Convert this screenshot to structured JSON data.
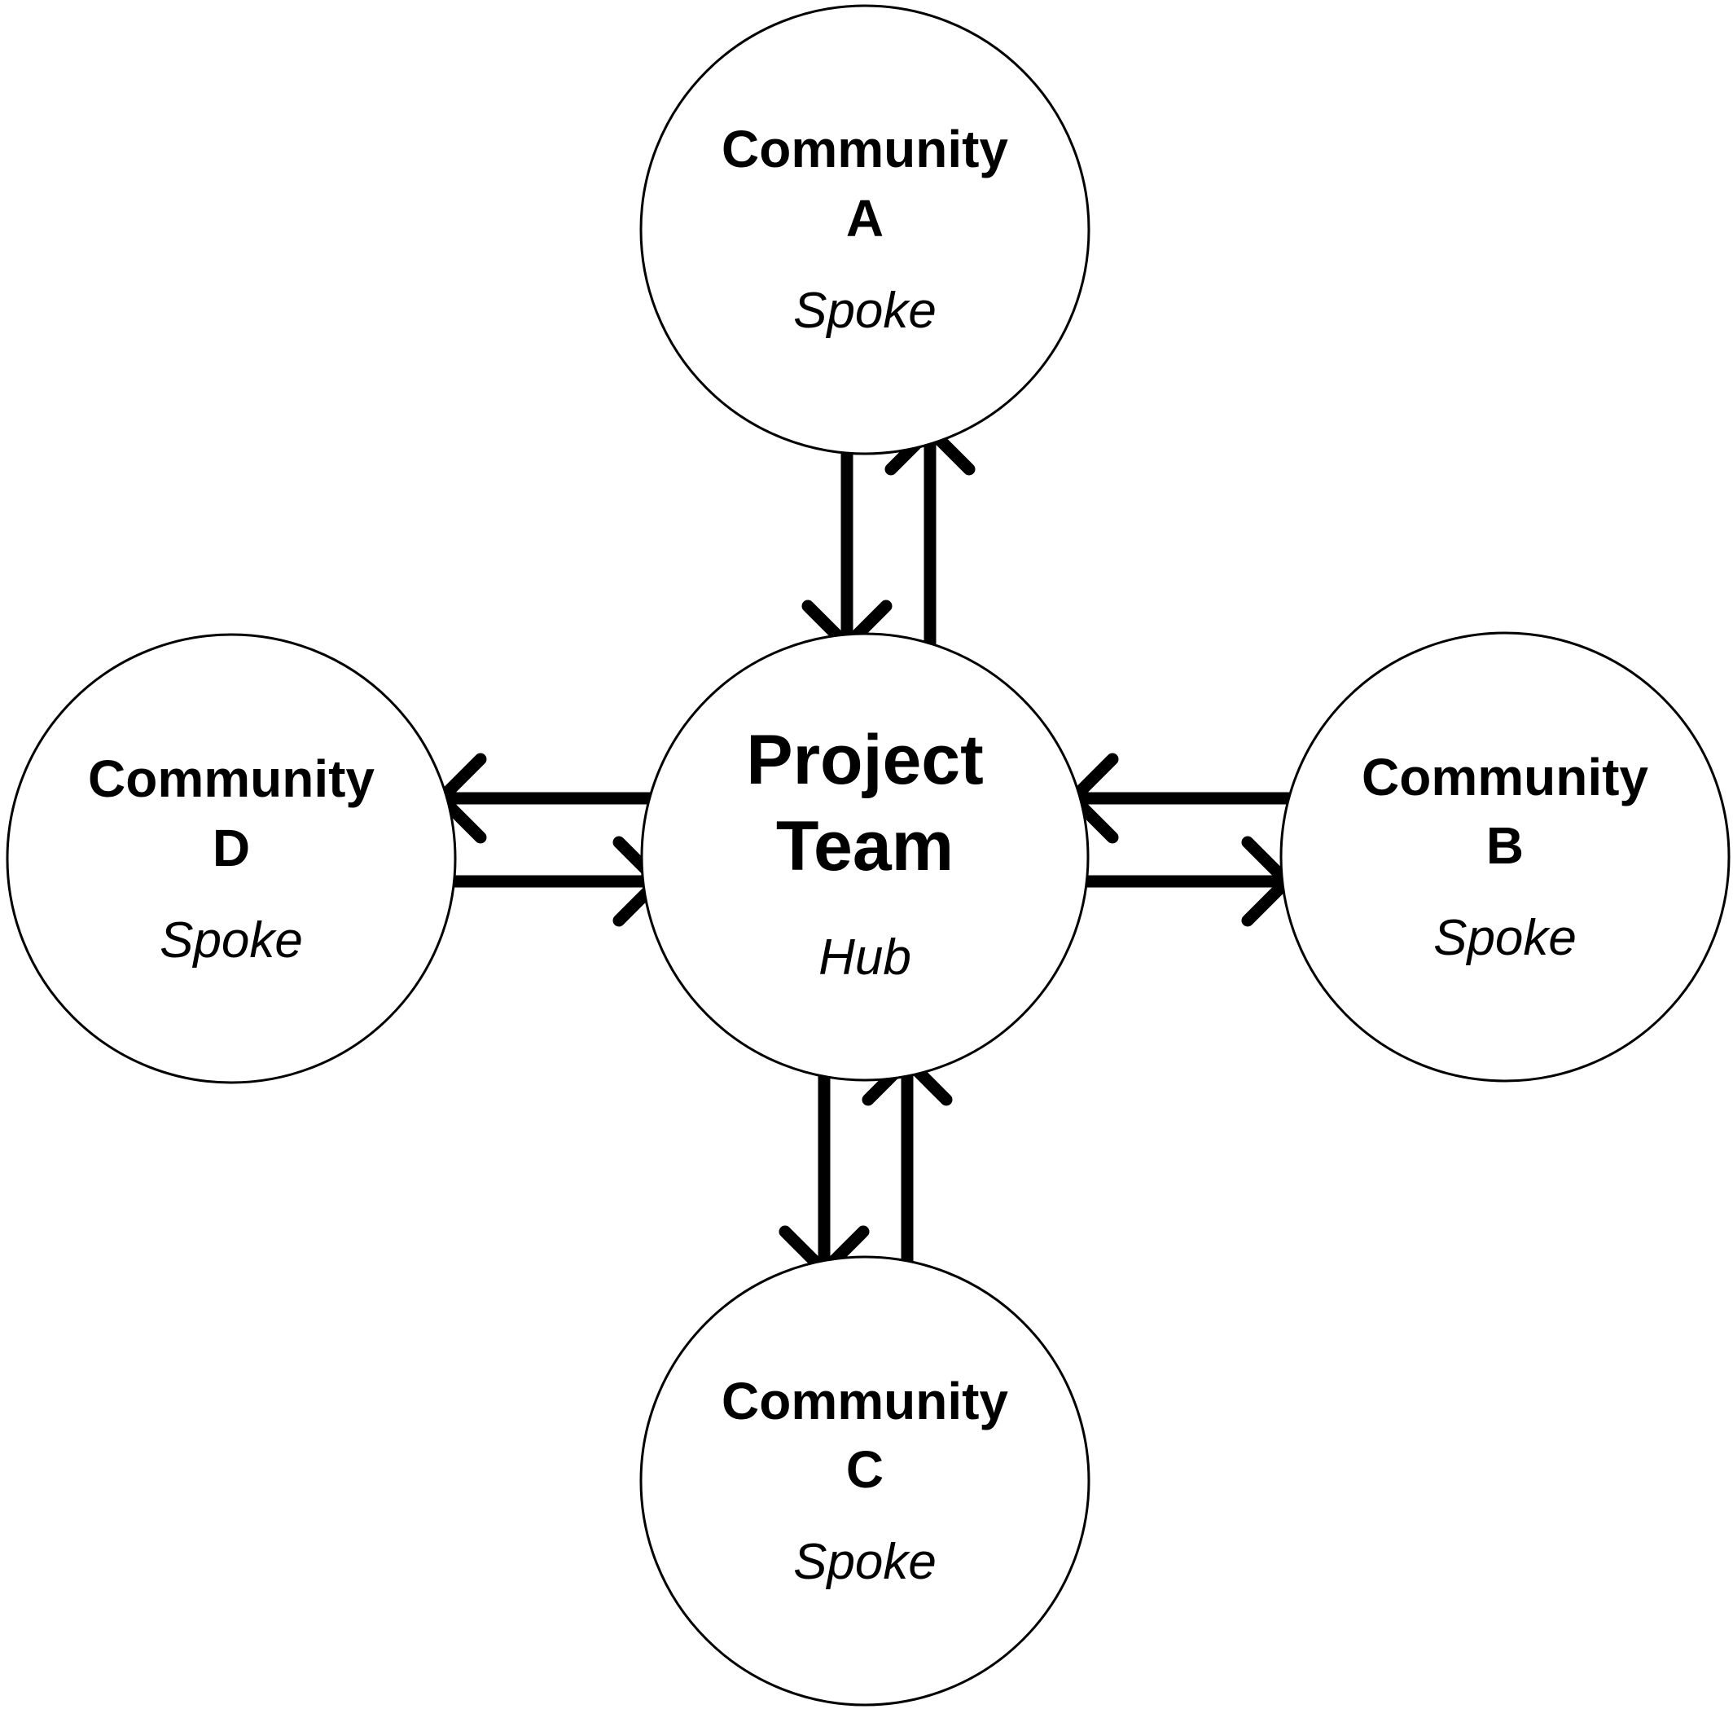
{
  "diagram": {
    "hub": {
      "line1": "Project",
      "line2": "Team",
      "role": "Hub"
    },
    "spokes": {
      "a": {
        "line1": "Community",
        "line2": "A",
        "role": "Spoke"
      },
      "b": {
        "line1": "Community",
        "line2": "B",
        "role": "Spoke"
      },
      "c": {
        "line1": "Community",
        "line2": "C",
        "role": "Spoke"
      },
      "d": {
        "line1": "Community",
        "line2": "D",
        "role": "Spoke"
      }
    },
    "stroke_color": "#000000",
    "fill_color": "#ffffff"
  }
}
